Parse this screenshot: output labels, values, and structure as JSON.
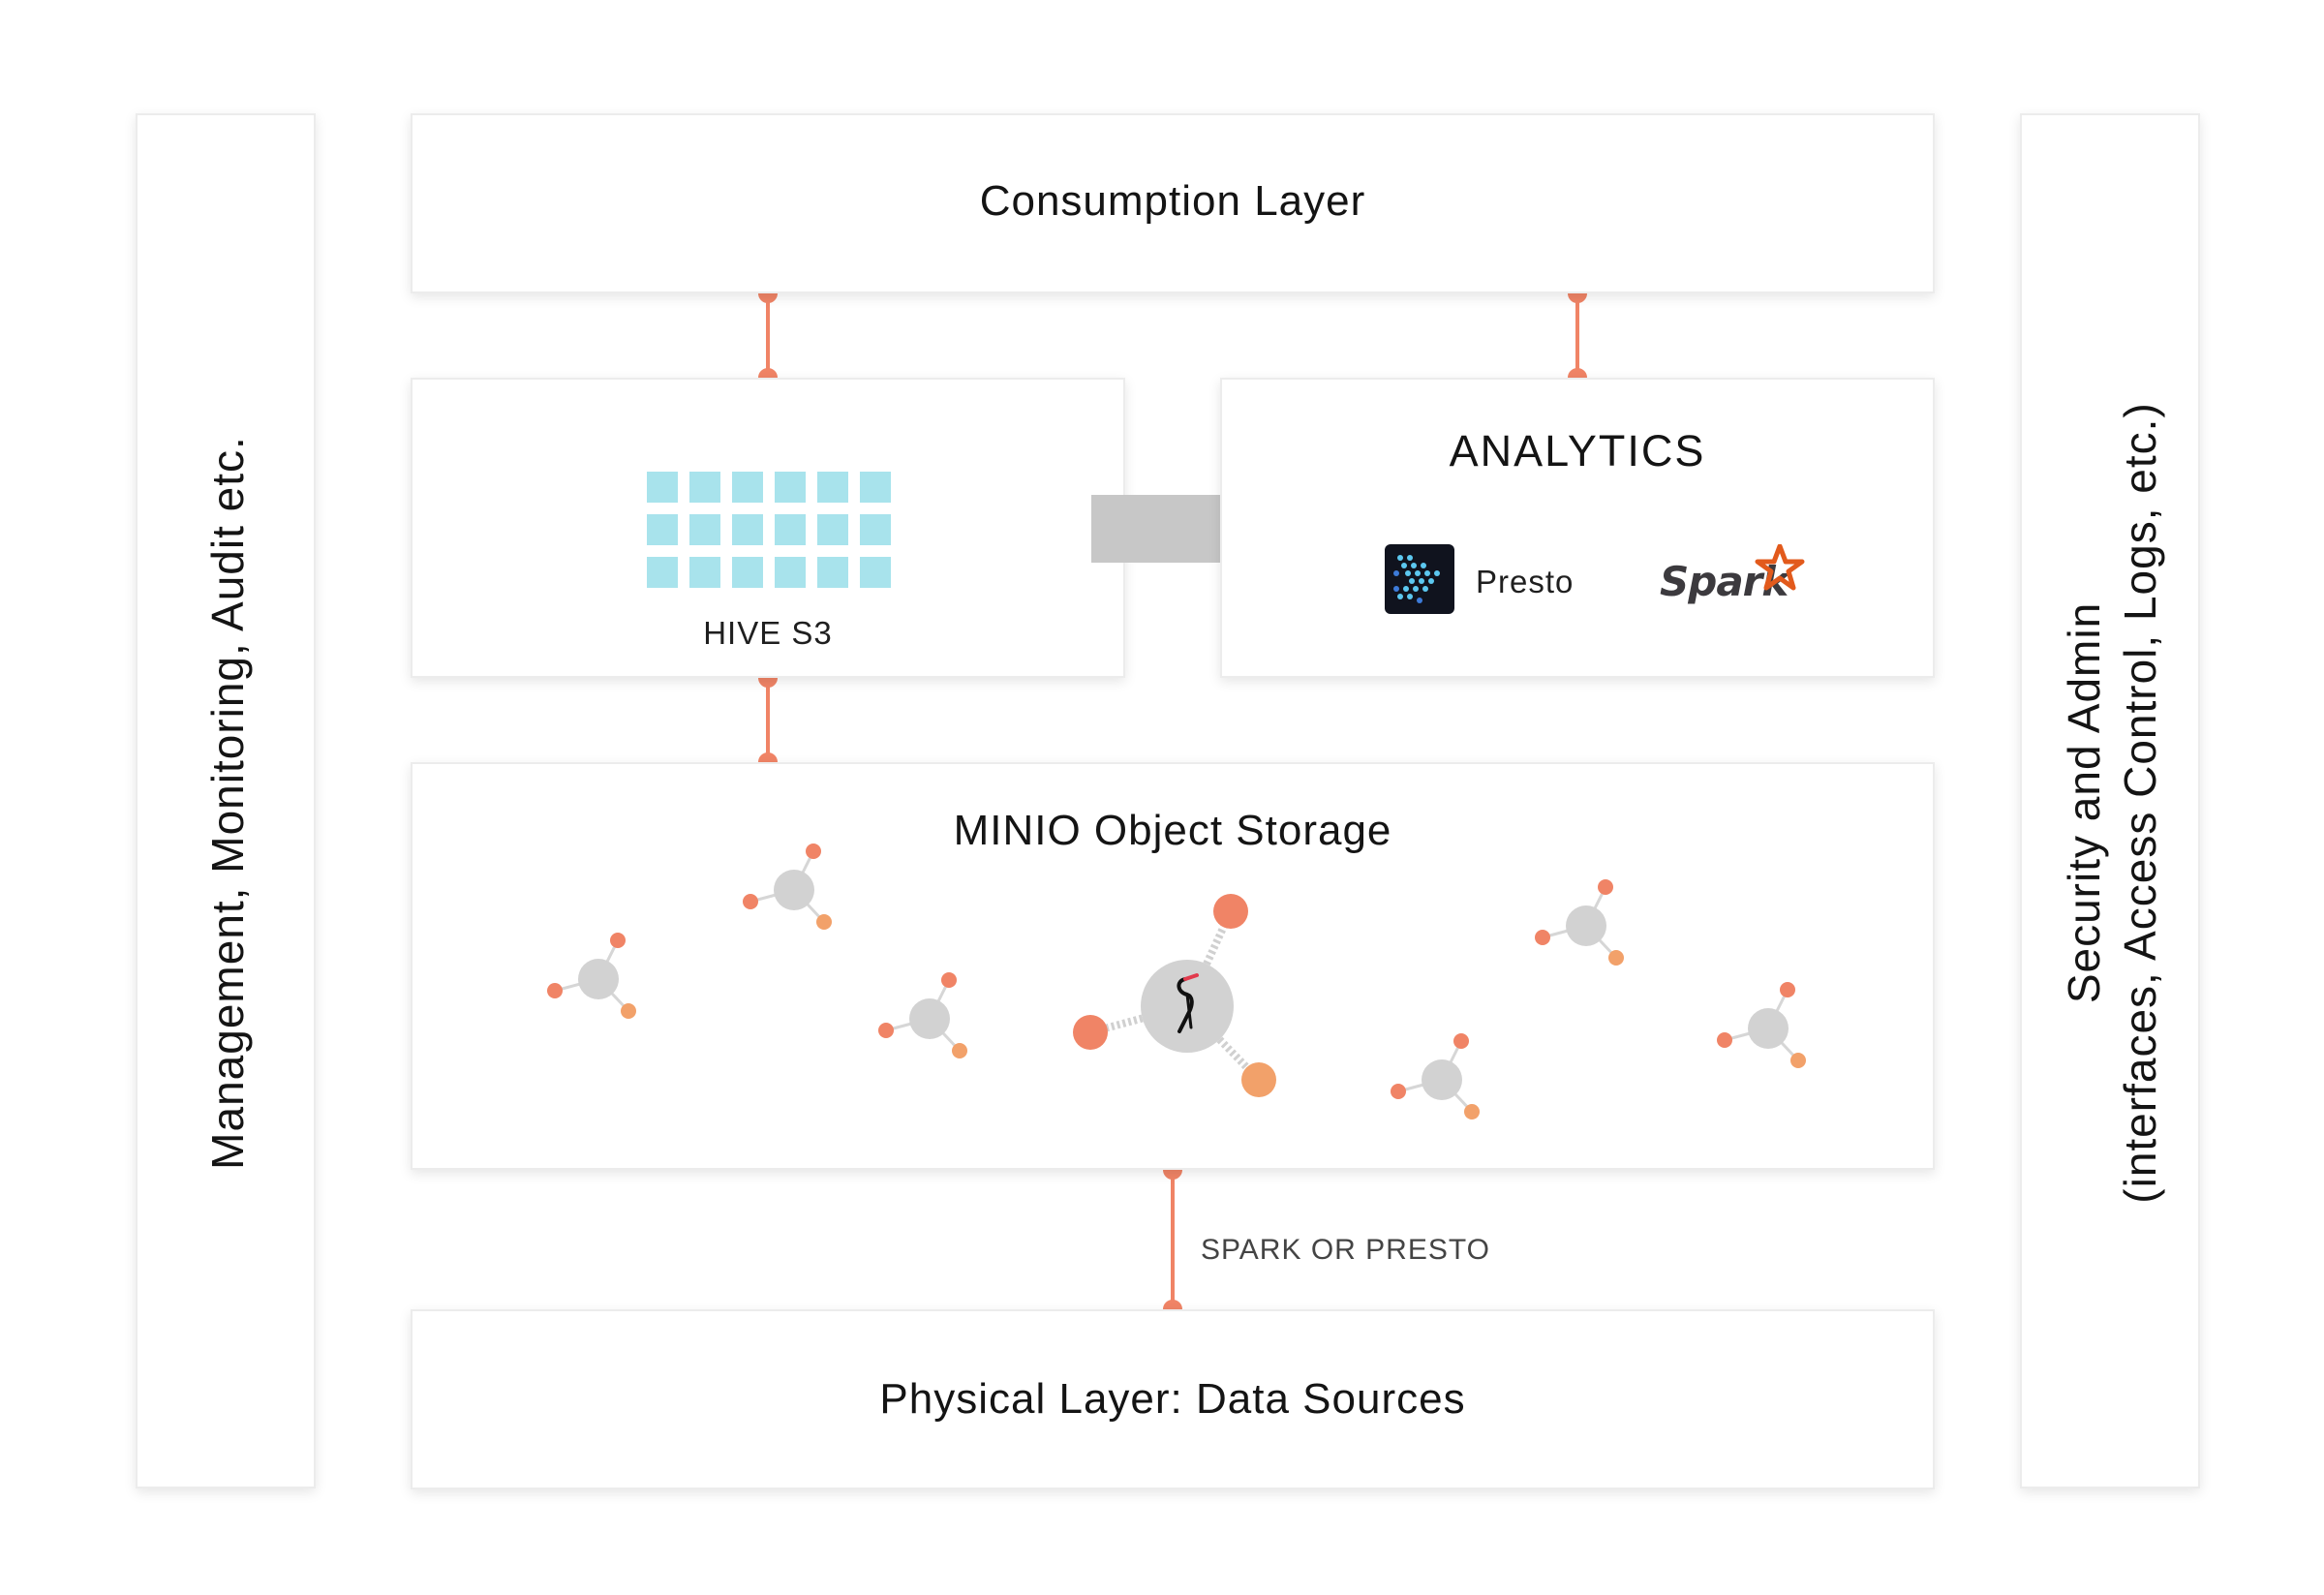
{
  "side_left": {
    "label": "Management, Monitoring, Audit etc."
  },
  "side_right": {
    "line1": "Security and Admin",
    "line2": "(interfaces, Access Control, Logs, etc.)"
  },
  "consumption": {
    "title": "Consumption Layer"
  },
  "hive": {
    "label": "HIVE S3"
  },
  "analytics": {
    "title": "ANALYTICS",
    "presto_label": "Presto",
    "spark_logo_text": "Spark"
  },
  "minio": {
    "title": "MINIO Object Storage"
  },
  "connector": {
    "label": "SPARK OR PRESTO"
  },
  "physical": {
    "title": "Physical Layer: Data Sources"
  },
  "colors": {
    "connector": "#f08466",
    "hive_cell": "#a8e3ec",
    "arrow": "#c7c7c7",
    "node_gray": "#d2d2d2",
    "node_orange": "#f08466"
  },
  "icons": [
    "presto-logo-icon",
    "spark-logo-icon",
    "minio-bird-icon",
    "arrow-right-icon"
  ]
}
